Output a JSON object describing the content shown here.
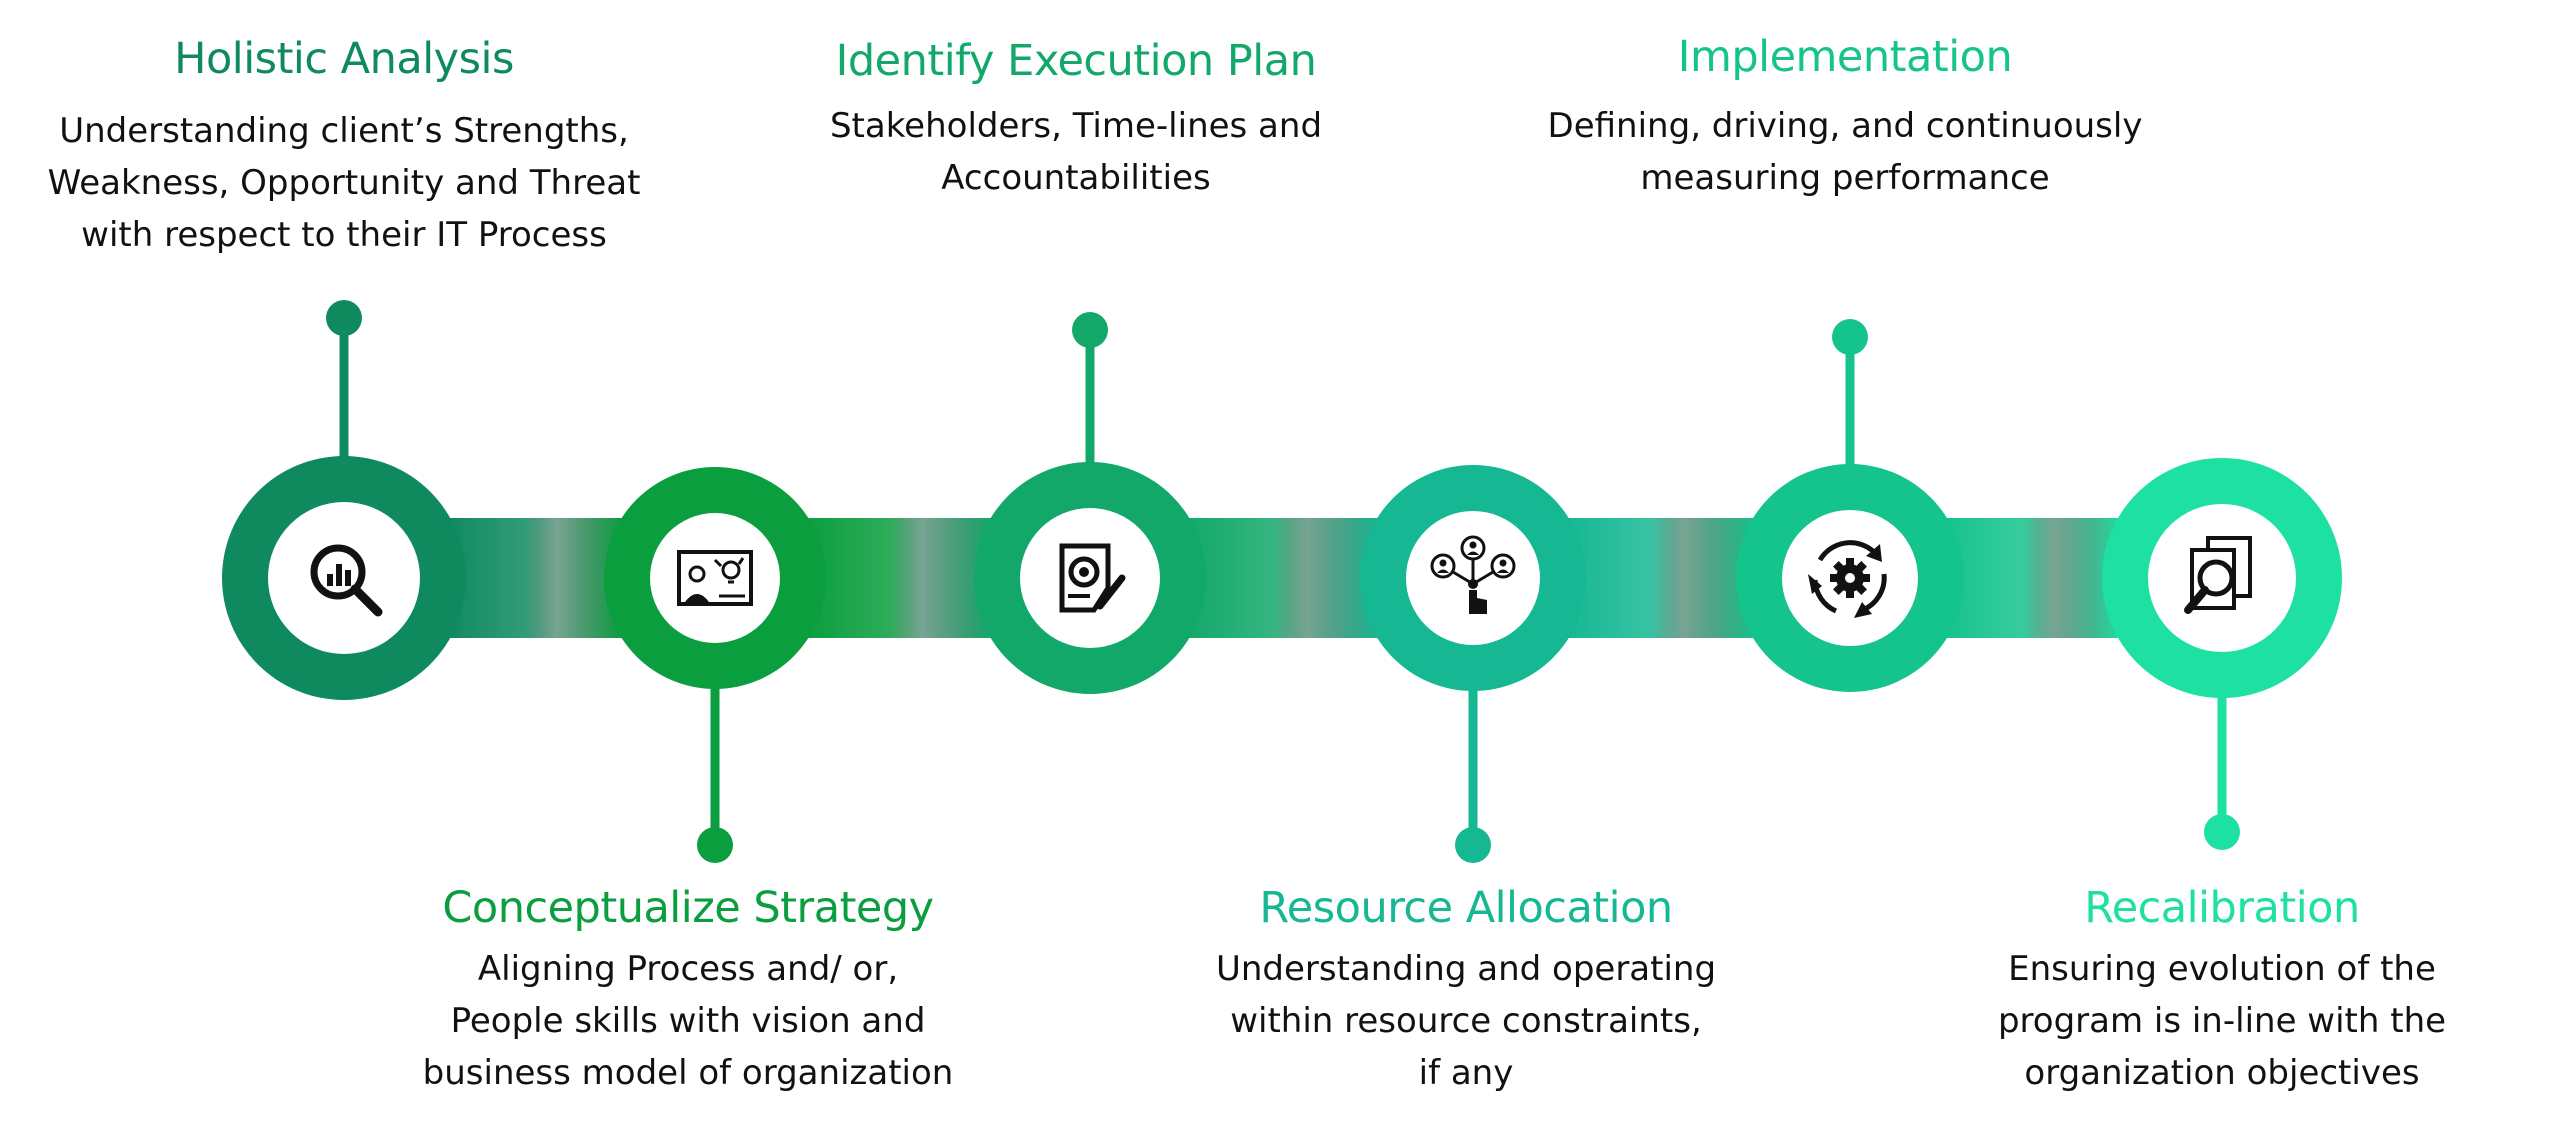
{
  "colors": {
    "step1": "#0f8a5f",
    "step2": "#0a9e3e",
    "step3": "#12a86a",
    "step4": "#16b893",
    "step5": "#15c38c",
    "step6": "#1ee0a3",
    "text": "#111111"
  },
  "steps": [
    {
      "id": "holistic-analysis",
      "title": "Holistic Analysis",
      "lines": [
        "Understanding client’s Strengths,",
        "Weakness, Opportunity and Threat",
        "with respect to their IT Process"
      ],
      "icon": "magnifier-chart-icon",
      "position": "top"
    },
    {
      "id": "conceptualize-strategy",
      "title": "Conceptualize Strategy",
      "lines": [
        "Aligning Process and/ or,",
        "People skills with vision and",
        "business model of organization"
      ],
      "icon": "presentation-idea-icon",
      "position": "bottom"
    },
    {
      "id": "identify-execution-plan",
      "title": "Identify Execution Plan",
      "lines": [
        "Stakeholders, Time-lines and",
        "Accountabilities"
      ],
      "icon": "document-search-pen-icon",
      "position": "top"
    },
    {
      "id": "resource-allocation",
      "title": "Resource Allocation",
      "lines": [
        "Understanding and operating",
        "within resource constraints,",
        "if any"
      ],
      "icon": "hand-network-people-icon",
      "position": "bottom"
    },
    {
      "id": "implementation",
      "title": "Implementation",
      "lines": [
        "Defining, driving, and continuously",
        "measuring performance"
      ],
      "icon": "gear-cycle-icon",
      "position": "top"
    },
    {
      "id": "recalibration",
      "title": "Recalibration",
      "lines": [
        "Ensuring evolution of the",
        "program is in-line with the",
        "organization objectives"
      ],
      "icon": "documents-magnifier-icon",
      "position": "bottom"
    }
  ]
}
